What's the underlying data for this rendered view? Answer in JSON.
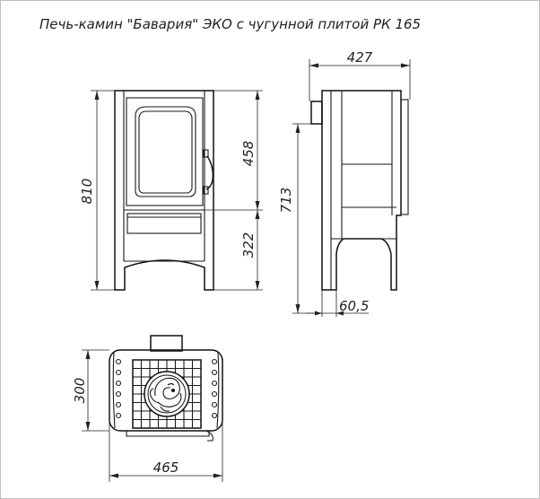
{
  "title": "Печь-камин \"Бавария\" ЭКО с чугунной плитой РК 165",
  "dimensions": {
    "total_height": "810",
    "door_height": "458",
    "leg_height": "322",
    "depth": "427",
    "side_height": "713",
    "flue_offset": "60,5",
    "plan_depth": "300",
    "width": "465"
  }
}
